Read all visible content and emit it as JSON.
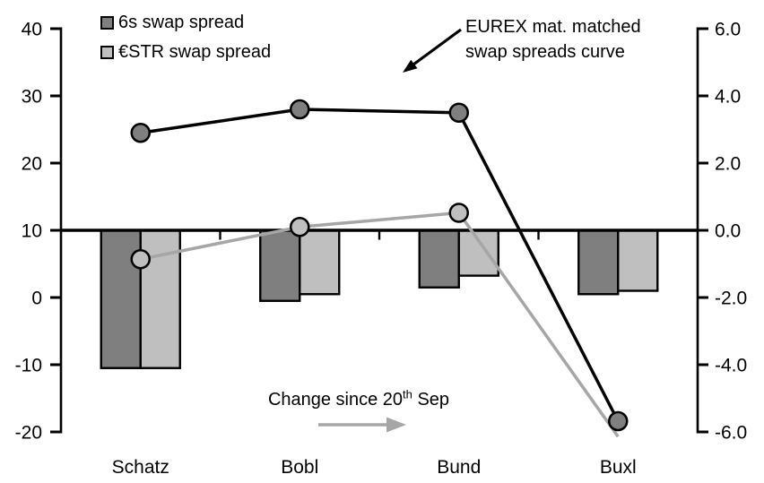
{
  "legend": {
    "items": [
      {
        "label": "6s swap spread",
        "color": "#7f7f7f"
      },
      {
        "label": "€STR swap spread",
        "color": "#bfbfbf"
      }
    ]
  },
  "annotations": {
    "curve_label": {
      "lines": [
        "EUREX mat. matched",
        "swap spreads curve"
      ],
      "arrow_color": "#000000"
    },
    "change_label": {
      "text_before_sup": "Change since 20",
      "sup": "th",
      "text_after_sup": " Sep",
      "arrow_color": "#a6a6a6"
    }
  },
  "chart_data": {
    "type": "bar+line combo, dual axis",
    "categories": [
      "Schatz",
      "Bobl",
      "Bund",
      "Buxl"
    ],
    "left_axis": {
      "ticks": [
        "40",
        "30",
        "20",
        "10",
        "0",
        "-10",
        "-20"
      ],
      "min": -20,
      "max": 40
    },
    "right_axis": {
      "ticks": [
        "6.0",
        "4.0",
        "2.0",
        "0.0",
        "-2.0",
        "-4.0",
        "-6.0"
      ],
      "min": -6.0,
      "max": 6.0
    },
    "grid": false,
    "legend_position": "top-left",
    "bar_series": [
      {
        "key": "6s-change",
        "name": "6s swap spread (change since 20th Sep)",
        "axis": "right",
        "color": "#7f7f7f",
        "values": [
          -4.1,
          -2.1,
          -1.7,
          -1.9
        ]
      },
      {
        "key": "estr-change",
        "name": "€STR swap spread (change since 20th Sep)",
        "axis": "right",
        "color": "#bfbfbf",
        "values": [
          -4.1,
          -1.9,
          -1.35,
          -1.8
        ]
      }
    ],
    "line_series": [
      {
        "key": "estr-curve",
        "name": "€STR swap spread curve",
        "axis": "left",
        "color": "#a6a6a6",
        "marker_fill": "#bfbfbf",
        "values": [
          5.7,
          10.5,
          12.6,
          -20.7
        ],
        "markers": [
          true,
          true,
          true,
          false
        ]
      },
      {
        "key": "6s-curve",
        "name": "6s swap spread curve (EUREX mat. matched)",
        "axis": "left",
        "color": "#000000",
        "marker_fill": "#7f7f7f",
        "values": [
          24.5,
          28.0,
          27.5,
          -18.4
        ],
        "markers": [
          true,
          true,
          true,
          true
        ]
      }
    ]
  }
}
